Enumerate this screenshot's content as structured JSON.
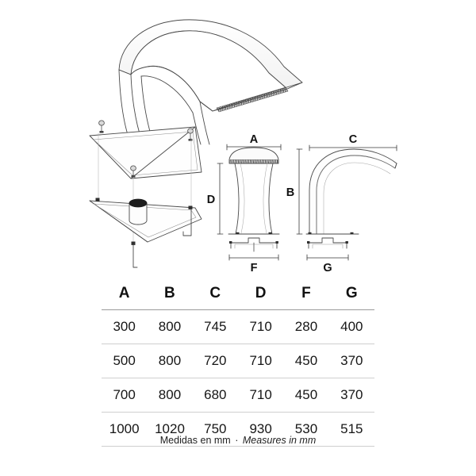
{
  "document": {
    "type": "technical-dimension-sheet",
    "product": "curved waterfall cascade spout",
    "background_color": "#ffffff",
    "line_color": "#4a4a4a"
  },
  "drawings": {
    "isometric_view": {
      "name": "exploded isometric view",
      "parts": [
        "curved cascade body",
        "upper triangular mounting bracket",
        "lower triangular base plate",
        "water inlet port",
        "fixing screws"
      ]
    },
    "front_view": {
      "name": "front elevation",
      "dimension_labels": [
        "A",
        "D",
        "F"
      ]
    },
    "side_view": {
      "name": "side elevation",
      "dimension_labels": [
        "C",
        "B",
        "G"
      ]
    },
    "labels": {
      "a": "A",
      "b": "B",
      "c": "C",
      "d": "D",
      "f": "F",
      "g": "G"
    }
  },
  "table": {
    "headers": [
      "A",
      "B",
      "C",
      "D",
      "F",
      "G"
    ],
    "rows": [
      [
        "300",
        "800",
        "745",
        "710",
        "280",
        "400"
      ],
      [
        "500",
        "800",
        "720",
        "710",
        "450",
        "370"
      ],
      [
        "700",
        "800",
        "680",
        "710",
        "450",
        "370"
      ],
      [
        "1000",
        "1020",
        "750",
        "930",
        "530",
        "515"
      ]
    ]
  },
  "caption": {
    "spanish": "Medidas en mm",
    "separator": "·",
    "english": "Measures in mm"
  }
}
